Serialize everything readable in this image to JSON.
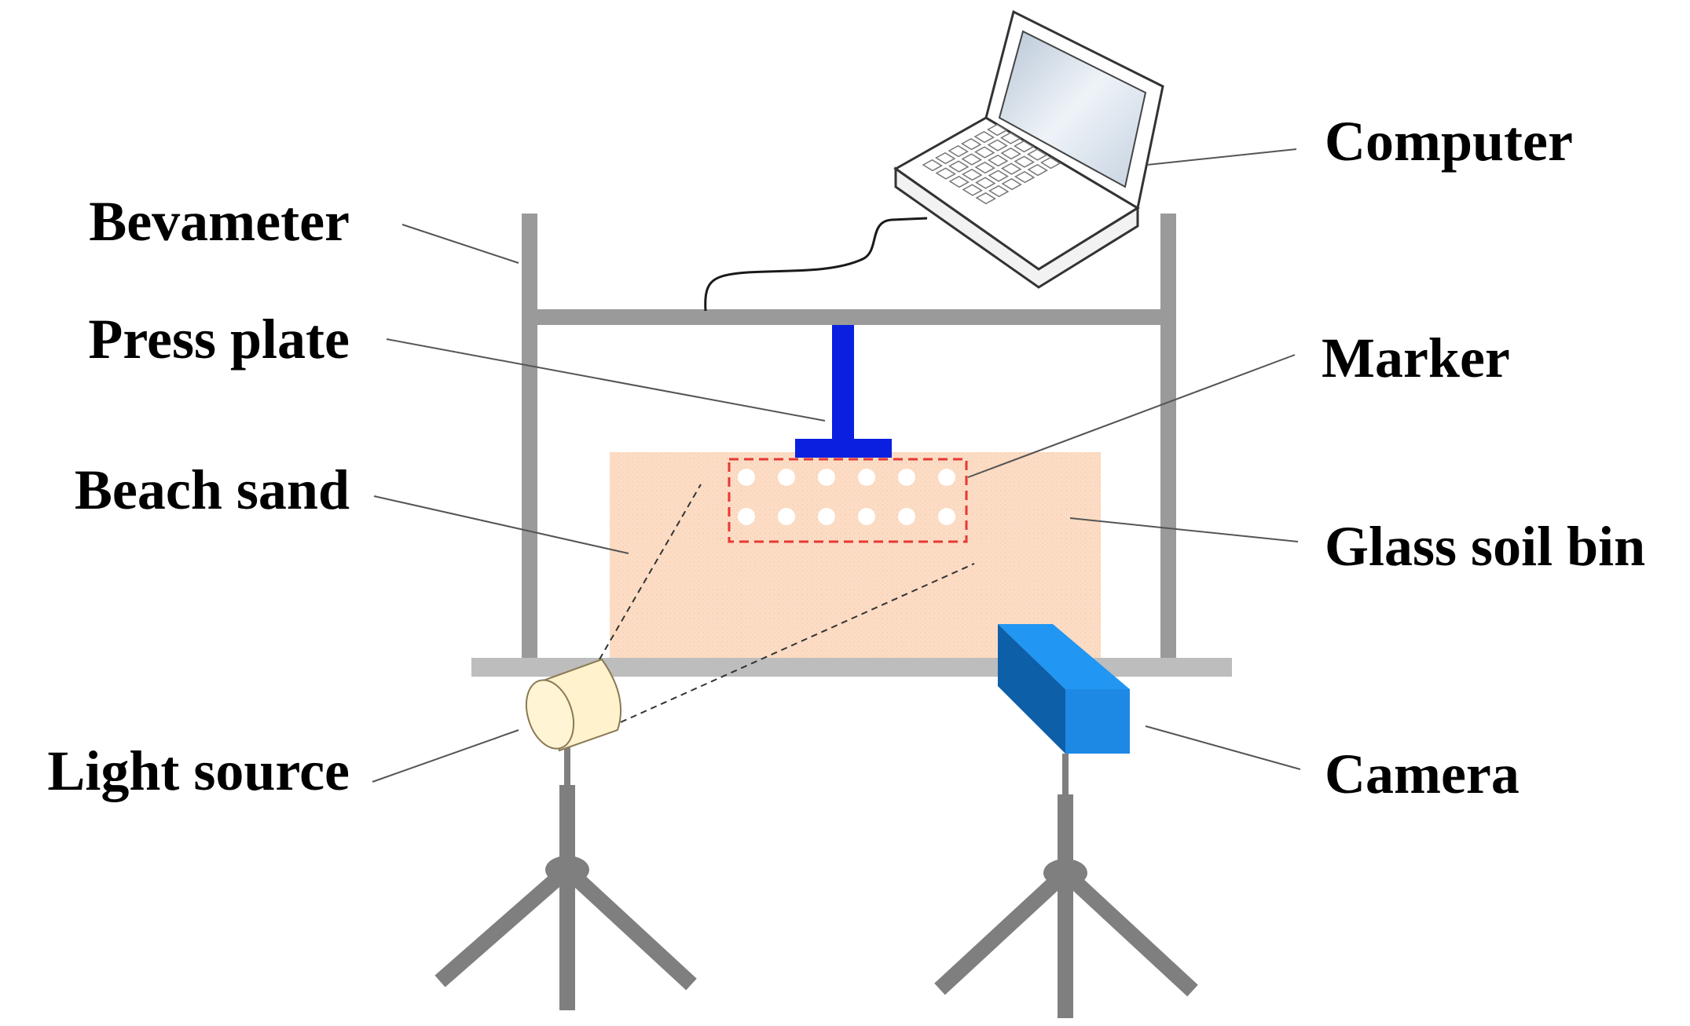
{
  "labels": {
    "computer": "Computer",
    "bevameter": "Bevameter",
    "press_plate": "Press plate",
    "marker": "Marker",
    "beach_sand": "Beach sand",
    "glass_soil_bin": "Glass soil bin",
    "light_source": "Light source",
    "camera": "Camera"
  },
  "colors": {
    "frame": "#9a9a9a",
    "base_plate": "#bdbdbd",
    "sand": "#fcdcc4",
    "press_plate": "#0a1fe0",
    "marker_box": "#e53935",
    "camera_front": "#1e88e5",
    "camera_top": "#2196f3",
    "camera_side": "#0d5fa8",
    "light_source": "#fff2cc",
    "tripod": "#7f7f7f",
    "laptop_screen": "#dde6ef"
  },
  "marker_grid": {
    "rows": 2,
    "columns": 6
  }
}
